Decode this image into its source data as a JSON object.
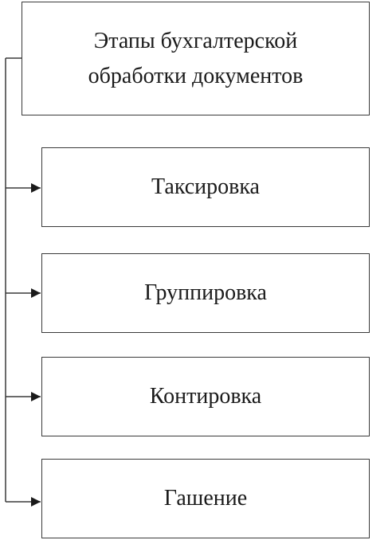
{
  "title": {
    "line1": "Этапы бухгалтерской",
    "line2": "обработки документов"
  },
  "stages": [
    {
      "label": "Таксировка"
    },
    {
      "label": "Группировка"
    },
    {
      "label": "Контировка"
    },
    {
      "label": "Гашение"
    }
  ]
}
